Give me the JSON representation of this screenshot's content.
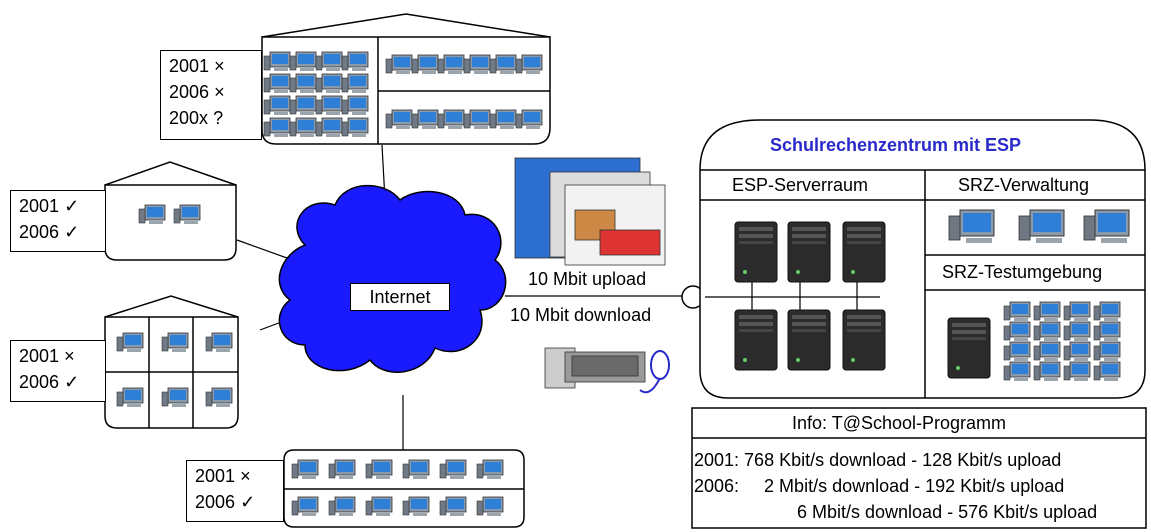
{
  "schools": {
    "top": {
      "years": [
        {
          "year": "2001",
          "mark": "×"
        },
        {
          "year": "2006",
          "mark": "×"
        },
        {
          "year": "200x",
          "mark": "?"
        }
      ]
    },
    "left_top": {
      "years": [
        {
          "year": "2001",
          "mark": "✓"
        },
        {
          "year": "2006",
          "mark": "✓"
        }
      ]
    },
    "left_mid": {
      "years": [
        {
          "year": "2001",
          "mark": "×"
        },
        {
          "year": "2006",
          "mark": "✓"
        }
      ]
    },
    "bottom": {
      "years": [
        {
          "year": "2001",
          "mark": "×"
        },
        {
          "year": "2006",
          "mark": "✓"
        }
      ]
    }
  },
  "cloud": {
    "label": "Internet"
  },
  "link": {
    "upload": "10 Mbit upload",
    "download": "10 Mbit download"
  },
  "srz": {
    "title": "Schulrechenzentrum mit ESP",
    "serverroom": "ESP-Serverraum",
    "admin": "SRZ-Verwaltung",
    "test": "SRZ-Testumgebung"
  },
  "info": {
    "title": "Info: T@School-Programm",
    "lines": [
      "2001: 768 Kbit/s download - 128 Kbit/s upload",
      "2006:     2 Mbit/s download - 192 Kbit/s upload",
      "6 Mbit/s download - 576 Kbit/s upload"
    ]
  },
  "colors": {
    "cloud": "#1a1aff",
    "title": "#2a2acc",
    "monitor": "#2f7fd6"
  }
}
